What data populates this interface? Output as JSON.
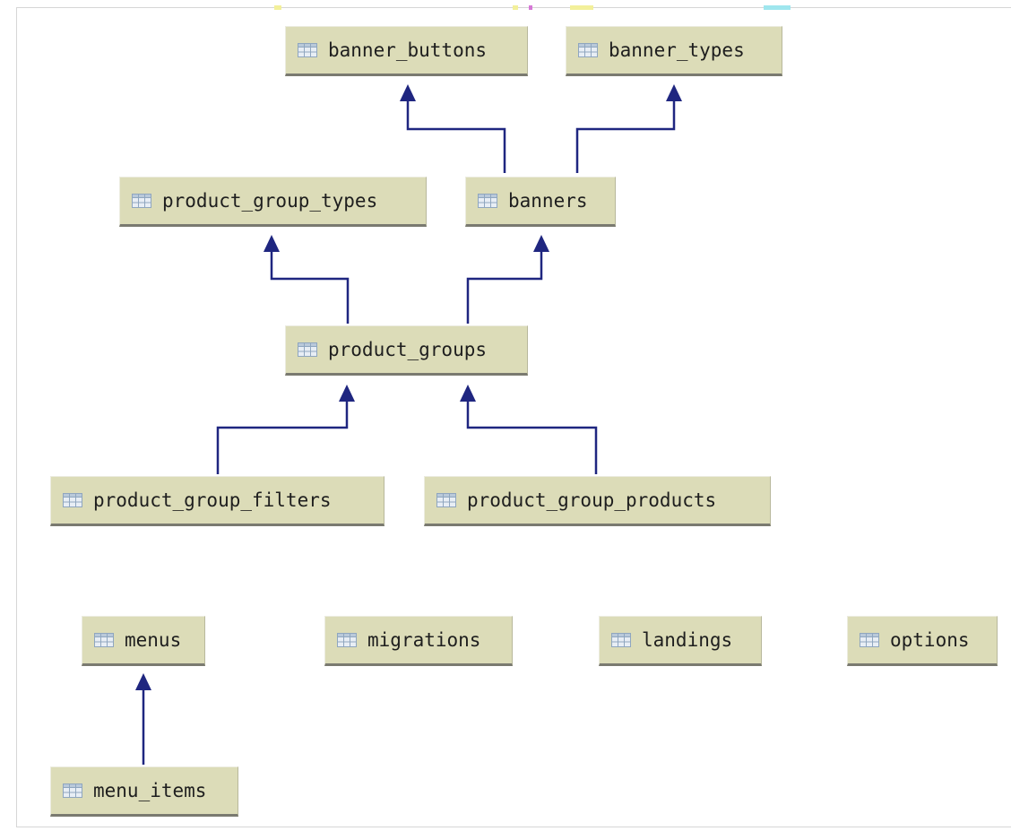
{
  "diagram": {
    "colors": {
      "node_fill": "#dcdcb8",
      "node_shadow": "#7a7a70",
      "link_color": "#1f2680",
      "text_color": "#1e1e1e",
      "icon_color": "#8fa6bf"
    },
    "nodes": {
      "banner_buttons": {
        "label": "banner_buttons",
        "icon": "table-icon"
      },
      "banner_types": {
        "label": "banner_types",
        "icon": "table-icon"
      },
      "product_group_types": {
        "label": "product_group_types",
        "icon": "table-icon"
      },
      "banners": {
        "label": "banners",
        "icon": "table-icon"
      },
      "product_groups": {
        "label": "product_groups",
        "icon": "table-icon"
      },
      "product_group_filters": {
        "label": "product_group_filters",
        "icon": "table-icon"
      },
      "product_group_products": {
        "label": "product_group_products",
        "icon": "table-icon"
      },
      "menus": {
        "label": "menus",
        "icon": "table-icon"
      },
      "migrations": {
        "label": "migrations",
        "icon": "table-icon"
      },
      "landings": {
        "label": "landings",
        "icon": "table-icon"
      },
      "options": {
        "label": "options",
        "icon": "table-icon"
      },
      "menu_items": {
        "label": "menu_items",
        "icon": "table-icon"
      }
    },
    "relations": [
      {
        "from": "banners",
        "to": "banner_buttons"
      },
      {
        "from": "banners",
        "to": "banner_types"
      },
      {
        "from": "product_groups",
        "to": "product_group_types"
      },
      {
        "from": "product_groups",
        "to": "banners"
      },
      {
        "from": "product_group_filters",
        "to": "product_groups"
      },
      {
        "from": "product_group_products",
        "to": "product_groups"
      },
      {
        "from": "menu_items",
        "to": "menus"
      }
    ]
  }
}
